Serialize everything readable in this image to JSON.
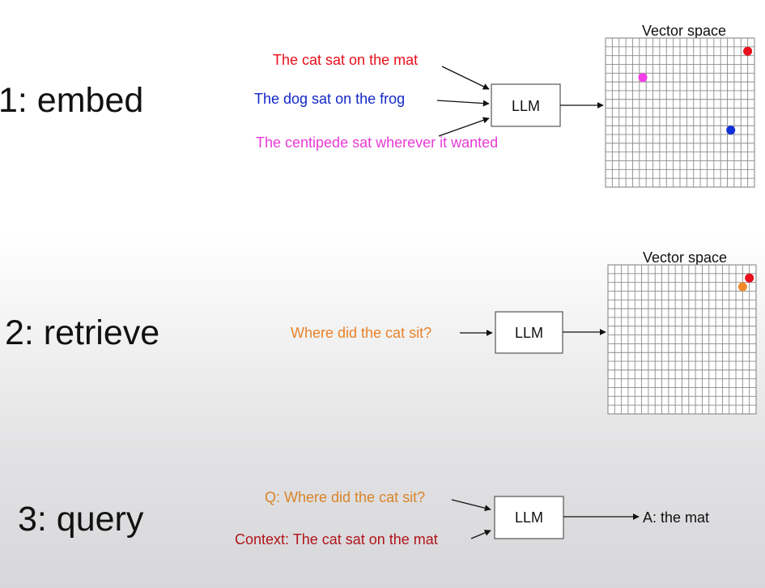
{
  "steps": [
    {
      "label": "1: embed",
      "inputs": [
        {
          "text": "The cat sat on the mat",
          "color": "#e8101a"
        },
        {
          "text": "The dog sat on the frog",
          "color": "#1228c8"
        },
        {
          "text": "The centipede sat wherever it wanted",
          "color": "#e93ad6"
        }
      ],
      "llm_label": "LLM",
      "vector_space": {
        "title": "Vector space",
        "points": [
          {
            "color": "#e8101a",
            "col": 21,
            "row": 1.5
          },
          {
            "color": "#f53ee8",
            "col": 5.5,
            "row": 4.5
          },
          {
            "color": "#1030d8",
            "col": 18.5,
            "row": 10.5
          }
        ]
      }
    },
    {
      "label": "2: retrieve",
      "inputs": [
        {
          "text": "Where did the cat sit?",
          "color": "#e8822a"
        }
      ],
      "llm_label": "LLM",
      "vector_space": {
        "title": "Vector space",
        "points": [
          {
            "color": "#e8101a",
            "col": 21,
            "row": 1.5
          },
          {
            "color": "#f08a2a",
            "col": 20,
            "row": 2.5
          }
        ]
      }
    },
    {
      "label": "3: query",
      "inputs": [
        {
          "text": "Q: Where did the cat sit?",
          "color": "#d98428"
        },
        {
          "text": "Context: The cat sat on the mat",
          "color": "#b01419"
        }
      ],
      "llm_label": "LLM",
      "answer": "A: the mat"
    }
  ],
  "vector_grid": {
    "columns": 22,
    "rows": 17
  }
}
